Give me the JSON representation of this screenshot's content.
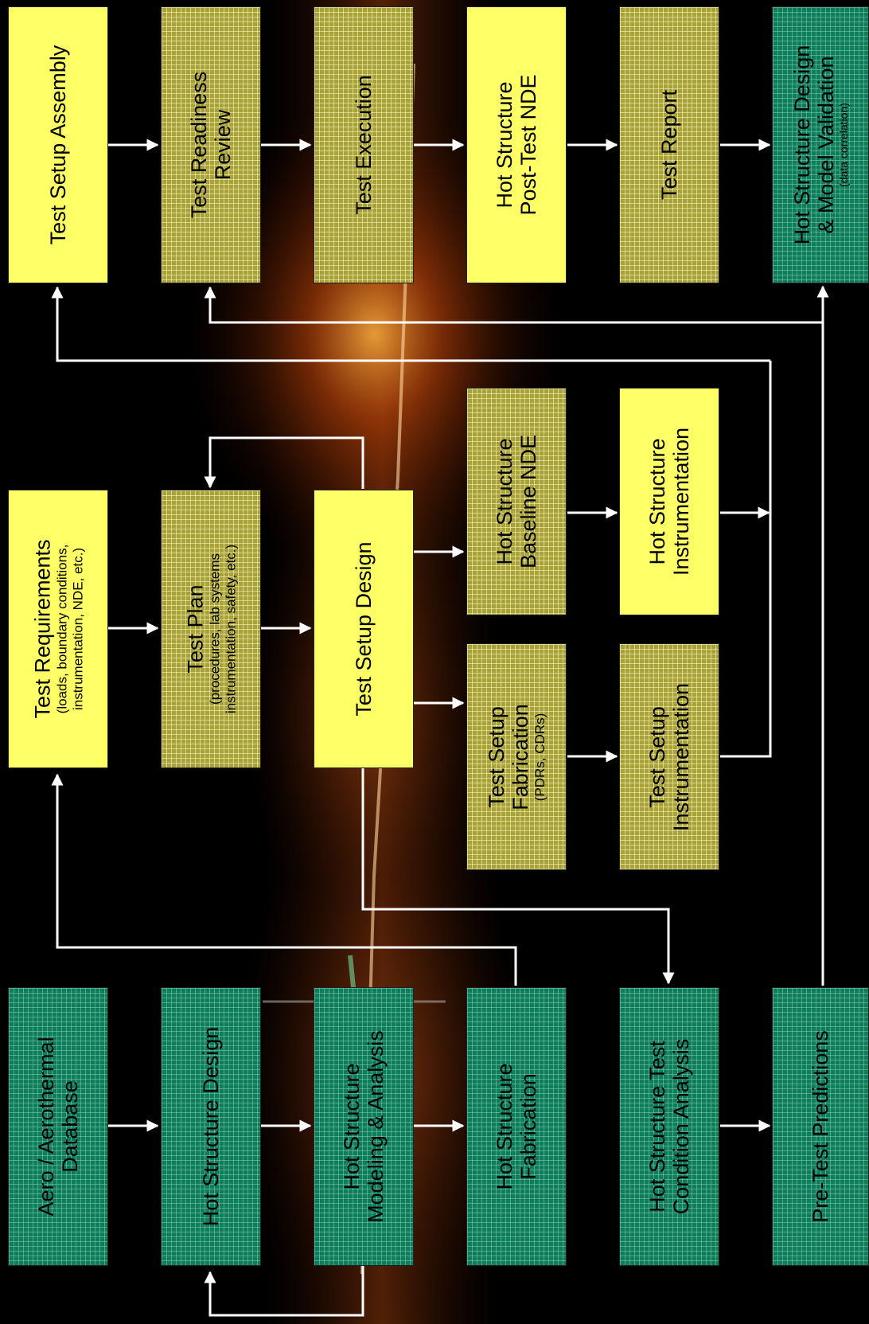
{
  "boxes": {
    "test_setup_assembly": {
      "line1": "Test Setup Assembly"
    },
    "test_readiness_review": {
      "line1": "Test Readiness",
      "line2": "Review"
    },
    "test_execution": {
      "line1": "Test Execution"
    },
    "hot_structure_post_test_nde": {
      "line1": "Hot Structure",
      "line2": "Post-Test NDE"
    },
    "test_report": {
      "line1": "Test Report"
    },
    "model_validation": {
      "line1": "Hot Structure Design",
      "line2": "& Model Validation",
      "note": "(data correlation)"
    },
    "test_requirements": {
      "line1": "Test Requirements",
      "note1": "(loads, boundary conditions,",
      "note2": "instrumentation, NDE, etc.)"
    },
    "test_plan": {
      "line1": "Test Plan",
      "note1": "(procedures, lab systems",
      "note2": "instrumentation, safety, etc.)"
    },
    "test_setup_design": {
      "line1": "Test Setup Design"
    },
    "hot_structure_baseline_nde": {
      "line1": "Hot Structure",
      "line2": "Baseline NDE"
    },
    "hot_structure_instrumentation": {
      "line1": "Hot Structure",
      "line2": "Instrumentation"
    },
    "test_setup_fabrication": {
      "line1": "Test Setup",
      "line2": "Fabrication",
      "note": "(PDRs, CDRs)"
    },
    "test_setup_instrumentation": {
      "line1": "Test Setup",
      "line2": "Instrumentation"
    },
    "aero_database": {
      "line1": "Aero / Aerothermal",
      "line2": "Database"
    },
    "hot_structure_design": {
      "line1": "Hot Structure Design"
    },
    "hot_structure_modeling": {
      "line1": "Hot Structure",
      "line2": "Modeling & Analysis"
    },
    "hot_structure_fabrication": {
      "line1": "Hot Structure",
      "line2": "Fabrication"
    },
    "test_condition_analysis": {
      "line1": "Hot Structure Test",
      "line2": "Condition Analysis"
    },
    "pre_test_predictions": {
      "line1": "Pre-Test Predictions"
    }
  },
  "colors": {
    "yellow": "#ffff66",
    "olive": "#a9a13c",
    "teal": "#0f7d5c",
    "connector": "#ffffff",
    "background": "#000000"
  }
}
